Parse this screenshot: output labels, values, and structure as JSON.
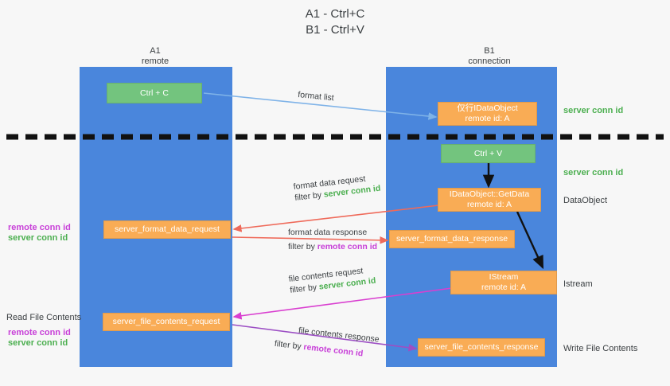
{
  "title": {
    "line1": "A1 - Ctrl+C",
    "line2": "B1 - Ctrl+V"
  },
  "columns": {
    "left": {
      "name": "A1",
      "role": "remote"
    },
    "right": {
      "name": "B1",
      "role": "connection"
    }
  },
  "boxes": {
    "ctrl_c": {
      "label": "Ctrl + C"
    },
    "idataobject": {
      "line1": "仅行IDataObject",
      "line2": "remote id: A"
    },
    "ctrl_v": {
      "label": "Ctrl + V"
    },
    "getdata": {
      "line1": "IDataObject::GetData",
      "line2": "remote id: A"
    },
    "server_format_data_request": {
      "label": "server_format_data_request"
    },
    "server_format_data_response": {
      "label": "server_format_data_response"
    },
    "istream": {
      "line1": "IStream",
      "line2": "remote id: A"
    },
    "server_file_contents_request": {
      "label": "server_file_contents_request"
    },
    "server_file_contents_response": {
      "label": "server_file_contents_response"
    }
  },
  "edges": {
    "format_list": {
      "label": "format list"
    },
    "format_data_request": {
      "label": "format data request",
      "filter_prefix": "filter by ",
      "filter_value": "server conn id"
    },
    "format_data_response": {
      "label": "format data response",
      "filter_prefix": "filter by ",
      "filter_value": "remote conn id"
    },
    "file_contents_request": {
      "label": "file contents request",
      "filter_prefix": "filter by ",
      "filter_value": "server conn id"
    },
    "file_contents_response": {
      "label": "file contents response",
      "filter_prefix": "filter by ",
      "filter_value": "remote conn id"
    }
  },
  "right_labels": {
    "server_conn_id_top": "server conn id",
    "server_conn_id_mid": "server conn id",
    "dataobject": "DataObject",
    "istream": "Istream",
    "write_file_contents": "Write File Contents"
  },
  "left_labels": {
    "remote_conn_id_upper": "remote conn id",
    "server_conn_id_upper": "server conn id",
    "read_file_contents": "Read File Contents",
    "remote_conn_id_lower": "remote conn id",
    "server_conn_id_lower": "server conn id"
  },
  "colors": {
    "lane": "#4a86dc",
    "green_box": "#73c47e",
    "orange_box": "#f9ac55",
    "green_text": "#4caf50",
    "magenta_text": "#c840d8",
    "arrow_blue": "#7fb3e8",
    "arrow_red": "#ef6a5a",
    "arrow_magenta": "#d93fd0",
    "arrow_purple": "#9c4fc4",
    "arrow_black": "#111111",
    "divider": "#111111"
  }
}
